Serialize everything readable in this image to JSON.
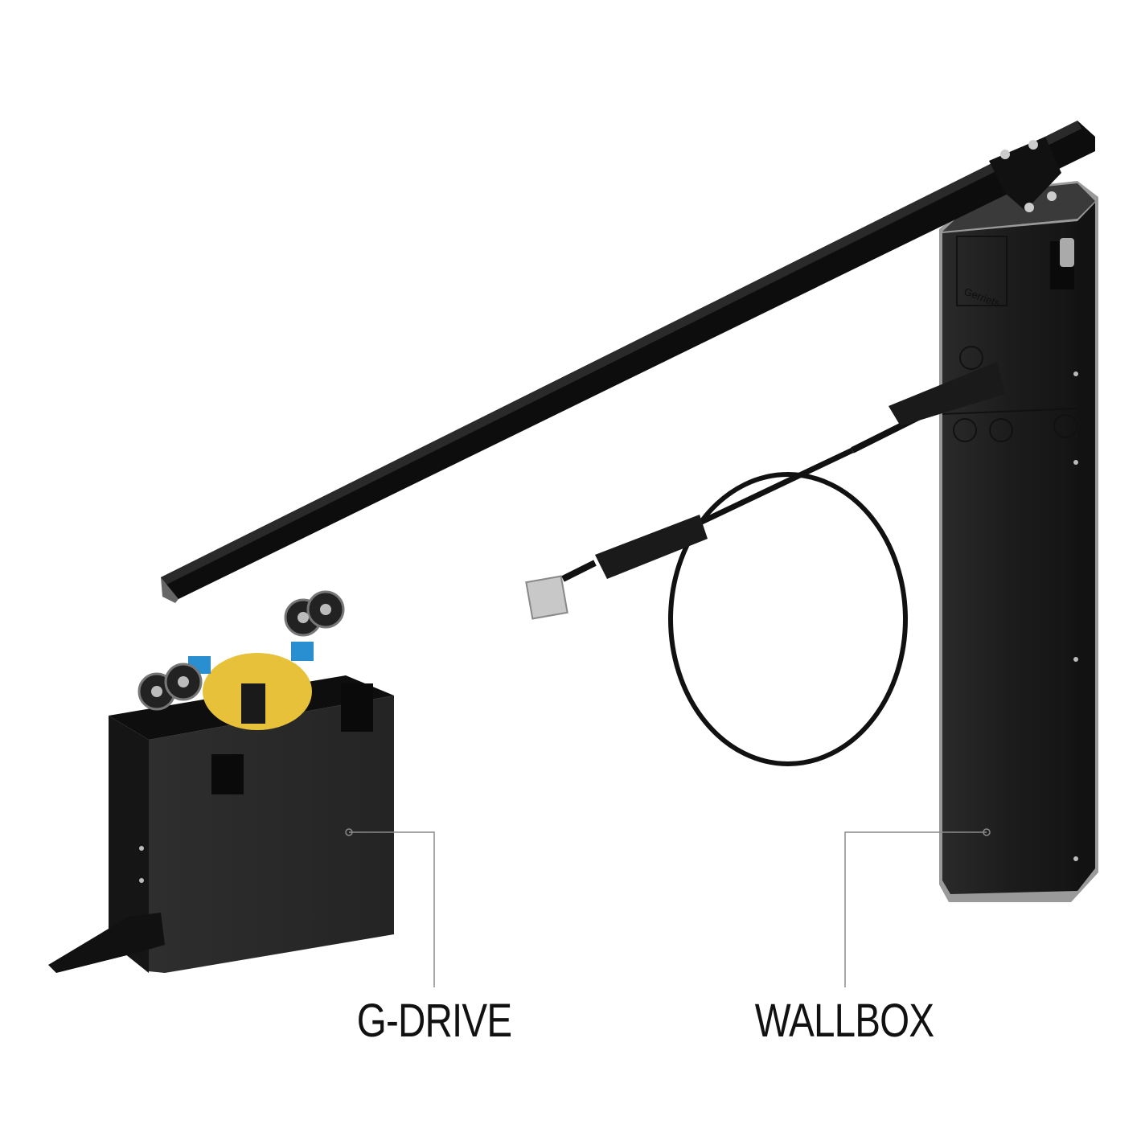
{
  "labels": {
    "gdrive": "G-DRIVE",
    "wallbox": "WALLBOX"
  },
  "logo_text": "Gerriets",
  "colors": {
    "body": "#1e1e1e",
    "rail": "#0d0d0d",
    "leader_line": "#8a8a8a",
    "terminal_blue": "#2a8fd0",
    "coil_yellow": "#e8c13a",
    "plug_gray": "#c8c8c8"
  }
}
